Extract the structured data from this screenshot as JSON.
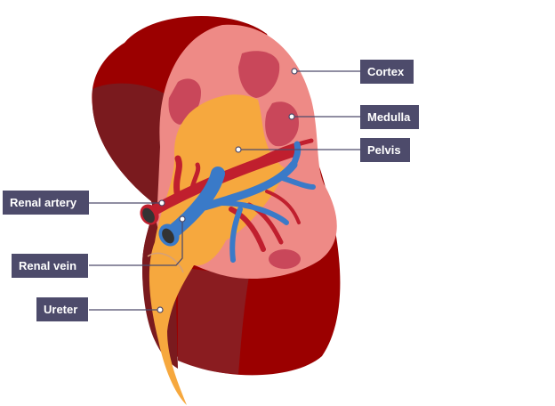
{
  "title": "Kidney structure",
  "labels": {
    "cortex": "Cortex",
    "medulla": "Medulla",
    "pelvis": "Pelvis",
    "renal_artery": "Renal artery",
    "renal_vein": "Renal vein",
    "ureter": "Ureter"
  },
  "colors": {
    "outer": "#9b0000",
    "outer_dark": "#7a1a1e",
    "cortex": "#ee8a86",
    "medulla": "#c9475a",
    "pelvis": "#f6a83e",
    "artery": "#c01f2e",
    "vein": "#3a7ac8",
    "label_bg": "#4d4b6b"
  }
}
